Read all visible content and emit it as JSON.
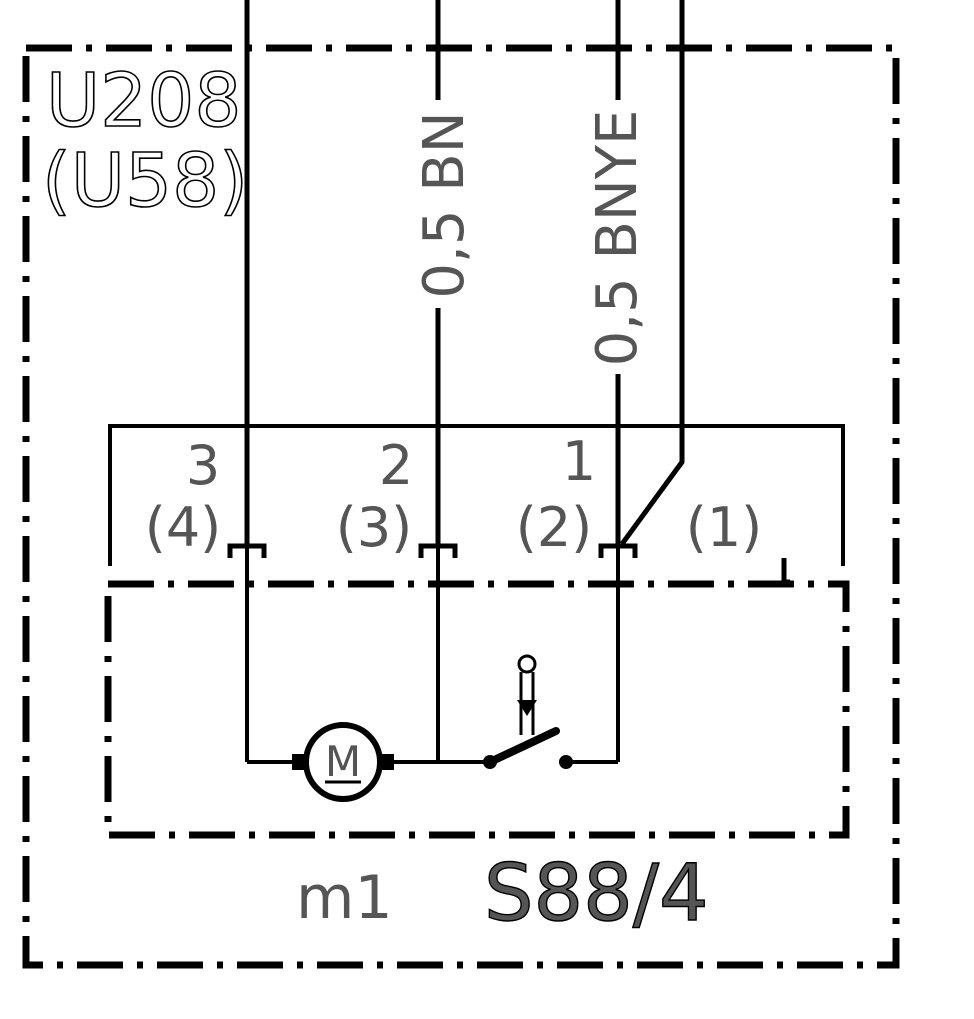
{
  "unit": {
    "id_primary": "U208",
    "id_alt": "(U58)"
  },
  "wires": {
    "pin2_label": "0,5 BN",
    "pin1_label": "0,5 BNYE"
  },
  "pins": [
    {
      "number": "3",
      "alt": "(4)"
    },
    {
      "number": "2",
      "alt": "(3)"
    },
    {
      "number": "1",
      "alt": "(2)"
    },
    {
      "number": "",
      "alt": "(1)"
    }
  ],
  "motor": {
    "symbol": "M"
  },
  "component": {
    "ref": "m1",
    "code": "S88/4"
  }
}
